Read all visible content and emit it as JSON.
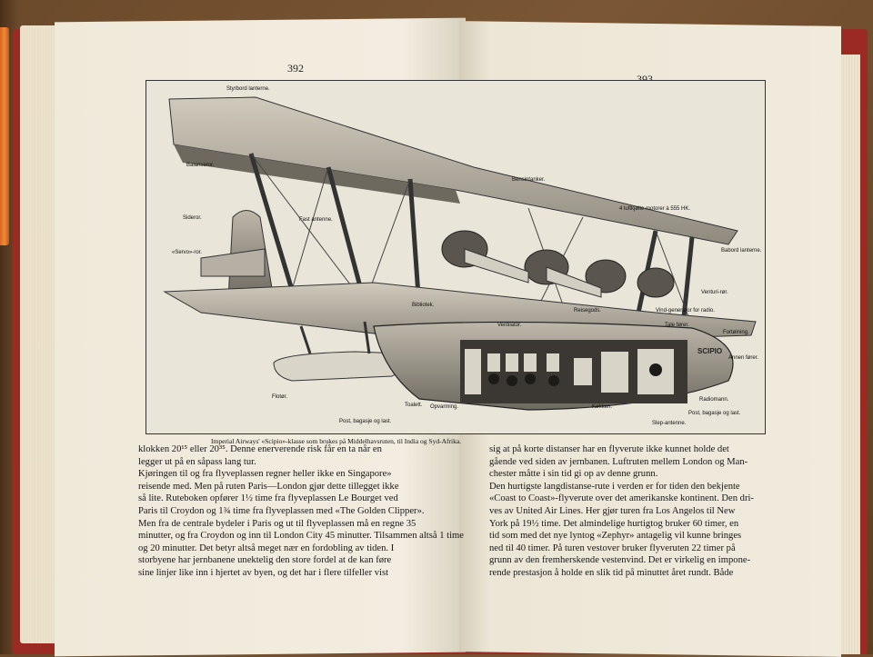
{
  "page_numbers": {
    "left": "392",
    "right": "393"
  },
  "labels": {
    "styrbord": "Styrbord lanterne.",
    "balanseror": "Balanseror.",
    "sideror": "Sideror.",
    "servo": "«Servo»-ror.",
    "fast_antenne": "Fast antenne.",
    "flotor": "Flotør.",
    "bibliotek": "Bibliotek.",
    "post_bagasje_left": "Post, bagasje og last.",
    "toalett": "Toalett.",
    "opvarming": "Opvarming.",
    "bensintanker": "Bensintanker.",
    "motorer": "4 luftkjølte motorer à 555 HK.",
    "babord": "Babord lanterne.",
    "venturi": "Venturi-rør.",
    "vindgenerator": "Vind-generator for radio.",
    "tale": "Tale fører.",
    "reisegods": "Reisegods.",
    "ventilator": "Ventilator.",
    "kokken": "Køkken.",
    "fortoining": "Fortøining.",
    "annen_forer": "Annen fører.",
    "rastamann": "Radiomann.",
    "post_bagasje_right": "Post, bagasje og last.",
    "slep": "Slep-antenne.",
    "scipio": "SCIPIO"
  },
  "caption": "Imperial Airways' «Scipio»-klasse som brukes på Middelhavsruten, til India og Syd-Afrika.",
  "left_text": [
    "klokken 20¹⁵ eller 20³⁵. Denne enerverende risk får en ta når en",
    "legger ut på en såpass lang tur.",
    "Kjøringen til og fra flyveplassen regner heller ikke en Singapore»",
    "reisende med. Men på ruten Paris—London gjør dette tillegget ikke",
    "så lite. Ruteboken opfører 1½ time fra flyveplassen Le Bourget ved",
    "Paris til Croydon og 1¾ time fra flyveplassen med «The Golden Clipper».",
    "Men fra de centrale bydeler i Paris og ut til flyveplassen må en regne 35",
    "minutter, og fra Croydon og inn til London City 45 minutter. Tilsammen altså 1 time",
    "og 20 minutter. Det betyr altså meget nær en fordobling av tiden. I",
    "storbyene har jernbanene unektelig den store fordel at de kan føre",
    "sine linjer like inn i hjertet av byen, og det har i flere tilfeller vist"
  ],
  "right_text": [
    "sig at på korte distanser har en flyverute ikke kunnet holde det",
    "gående ved siden av jernbanen. Luftruten mellem London og Man-",
    "chester måtte i sin tid gi op av denne grunn.",
    "Den hurtigste langdistanse-rute i verden er for tiden den bekjente",
    "«Coast to Coast»-flyverute over det amerikanske kontinent. Den dri-",
    "ves av United Air Lines. Her gjør turen fra Los Angelos til New",
    "York på 19½ time. Det almindelige hurtigtog bruker 60 timer, en",
    "tid som med det nye lyntog «Zephyr» antagelig vil kunne bringes",
    "ned til 40 timer. På turen vestover bruker flyveruten 22 timer på",
    "grunn av den fremherskende vestenvind. Det er virkelig en impone-",
    "rende prestasjon å holde en slik tid på minuttet året rundt. Både"
  ]
}
